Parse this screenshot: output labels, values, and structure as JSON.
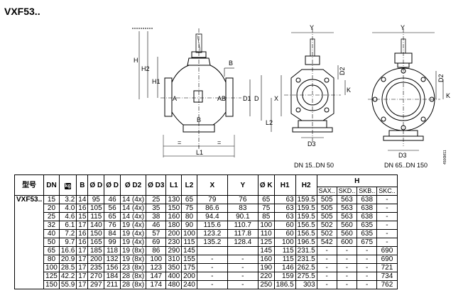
{
  "title": "VXF53..",
  "views": {
    "side": {
      "labels": {
        "H": "H",
        "H2": "H2",
        "H1": "H1",
        "A": "A",
        "AB": "AB",
        "B_bottom": "B",
        "B_right": "B",
        "D1": "D1",
        "D": "D",
        "L2": "L2",
        "eq1": "=",
        "eq2": "=",
        "L1": "L1"
      }
    },
    "small": {
      "caption": "DN 15..DN 50",
      "labels": {
        "Y": "Y",
        "X": "X",
        "D2": "D2",
        "K": "K",
        "D3": "D3"
      }
    },
    "large": {
      "caption": "DN 65..DN 150",
      "labels": {
        "Y": "Y",
        "D2": "D2",
        "K": "K",
        "D3": "D3"
      }
    },
    "drawing_code": "4506M11"
  },
  "table": {
    "headers": {
      "model": "型号",
      "dn": "DN",
      "weight": "kg",
      "b": "B",
      "od": "Ø D",
      "od1": "Ø D",
      "od2": "Ø D2",
      "od3": "Ø D3",
      "l1": "L1",
      "l2": "L2",
      "x": "X",
      "y": "Y",
      "ok": "Ø K",
      "h1": "H1",
      "h2": "H2",
      "h": "H"
    },
    "h_sub": [
      "SAX..",
      "SKD..",
      "SKB..",
      "SKC.."
    ],
    "model": "VXF53..",
    "rows": [
      [
        "15",
        "3.2",
        "14",
        "95",
        "46",
        "14 (4x)",
        "25",
        "130",
        "65",
        "79",
        "76",
        "65",
        "63",
        "159.5",
        "505",
        "563",
        "638",
        "-"
      ],
      [
        "20",
        "4.0",
        "16",
        "105",
        "56",
        "14 (4x)",
        "35",
        "150",
        "75",
        "86.6",
        "83",
        "75",
        "63",
        "159.5",
        "505",
        "563",
        "638",
        "-"
      ],
      [
        "25",
        "4.6",
        "15",
        "115",
        "65",
        "14 (4x)",
        "38",
        "160",
        "80",
        "94.4",
        "90.1",
        "85",
        "63",
        "159.5",
        "505",
        "563",
        "638",
        "-"
      ],
      [
        "32",
        "6.1",
        "17",
        "140",
        "76",
        "19 (4x)",
        "46",
        "180",
        "90",
        "115.6",
        "110.7",
        "100",
        "60",
        "156.5",
        "502",
        "560",
        "635",
        "-"
      ],
      [
        "40",
        "7.2",
        "16",
        "150",
        "84",
        "19 (4x)",
        "57",
        "200",
        "100",
        "123.2",
        "117.8",
        "110",
        "60",
        "156.5",
        "502",
        "560",
        "635",
        "-"
      ],
      [
        "50",
        "9.7",
        "16",
        "165",
        "99",
        "19 (4x)",
        "69",
        "230",
        "115",
        "135.2",
        "128.4",
        "125",
        "100",
        "196.5",
        "542",
        "600",
        "675",
        "-"
      ],
      [
        "65",
        "16.6",
        "17",
        "185",
        "118",
        "19 (8x)",
        "86",
        "290",
        "145",
        "",
        "",
        "145",
        "115",
        "231.5",
        "-",
        "-",
        "-",
        "690"
      ],
      [
        "80",
        "20.9",
        "17",
        "200",
        "132",
        "19 (8x)",
        "100",
        "310",
        "155",
        "-",
        "-",
        "160",
        "115",
        "231.5",
        "-",
        "-",
        "-",
        "690"
      ],
      [
        "100",
        "28.5",
        "17",
        "235",
        "156",
        "23 (8x)",
        "123",
        "350",
        "175",
        "-",
        "-",
        "190",
        "146",
        "262.5",
        "-",
        "-",
        "-",
        "721"
      ],
      [
        "125",
        "42.2",
        "17",
        "270",
        "184",
        "28 (8x)",
        "147",
        "400",
        "200",
        "-",
        "-",
        "220",
        "159",
        "275.5",
        "-",
        "-",
        "-",
        "734"
      ],
      [
        "150",
        "55.9",
        "17",
        "297",
        "211",
        "28 (8x)",
        "174",
        "480",
        "240",
        "-",
        "-",
        "250",
        "186.5",
        "303",
        "-",
        "-",
        "-",
        "762"
      ]
    ]
  }
}
